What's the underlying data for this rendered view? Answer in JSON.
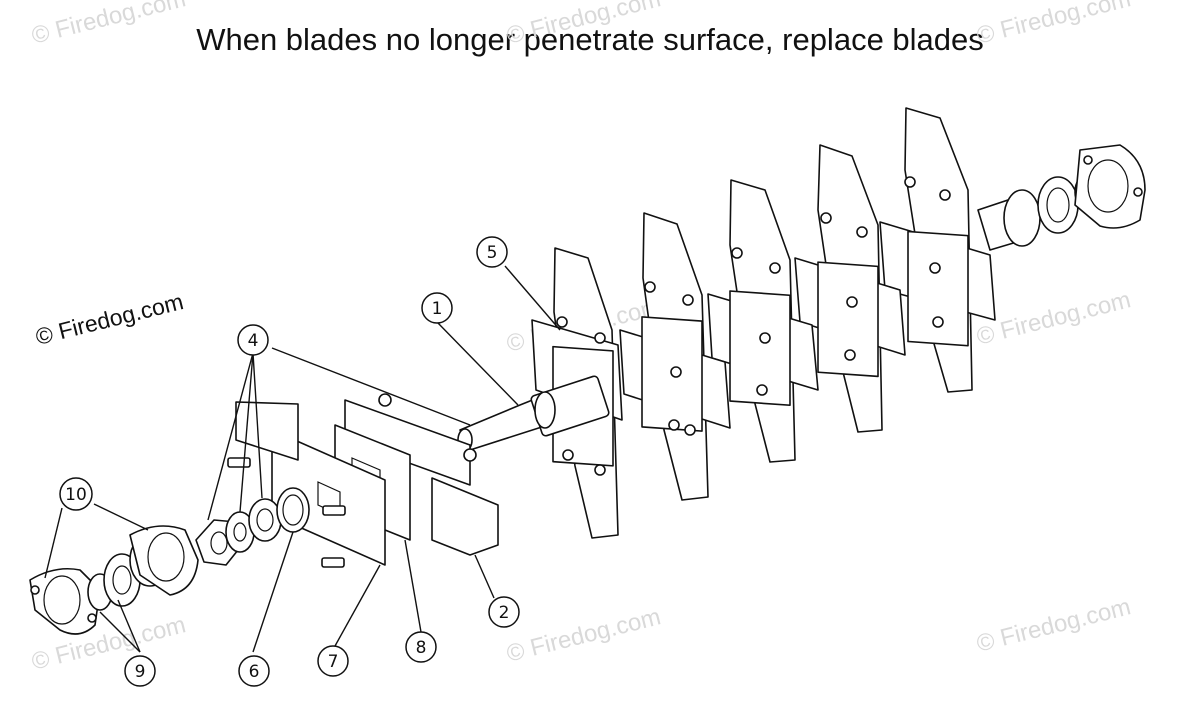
{
  "title": "When blades no longer penetrate surface, replace blades",
  "watermark": {
    "main": "© Firedog.com",
    "faint": "© Firedog.com"
  },
  "callouts": [
    "1",
    "2",
    "4",
    "5",
    "6",
    "7",
    "8",
    "9",
    "10"
  ],
  "colors": {
    "ink": "#111111",
    "background": "#ffffff",
    "watermark_faint": "#d9d9d9"
  }
}
